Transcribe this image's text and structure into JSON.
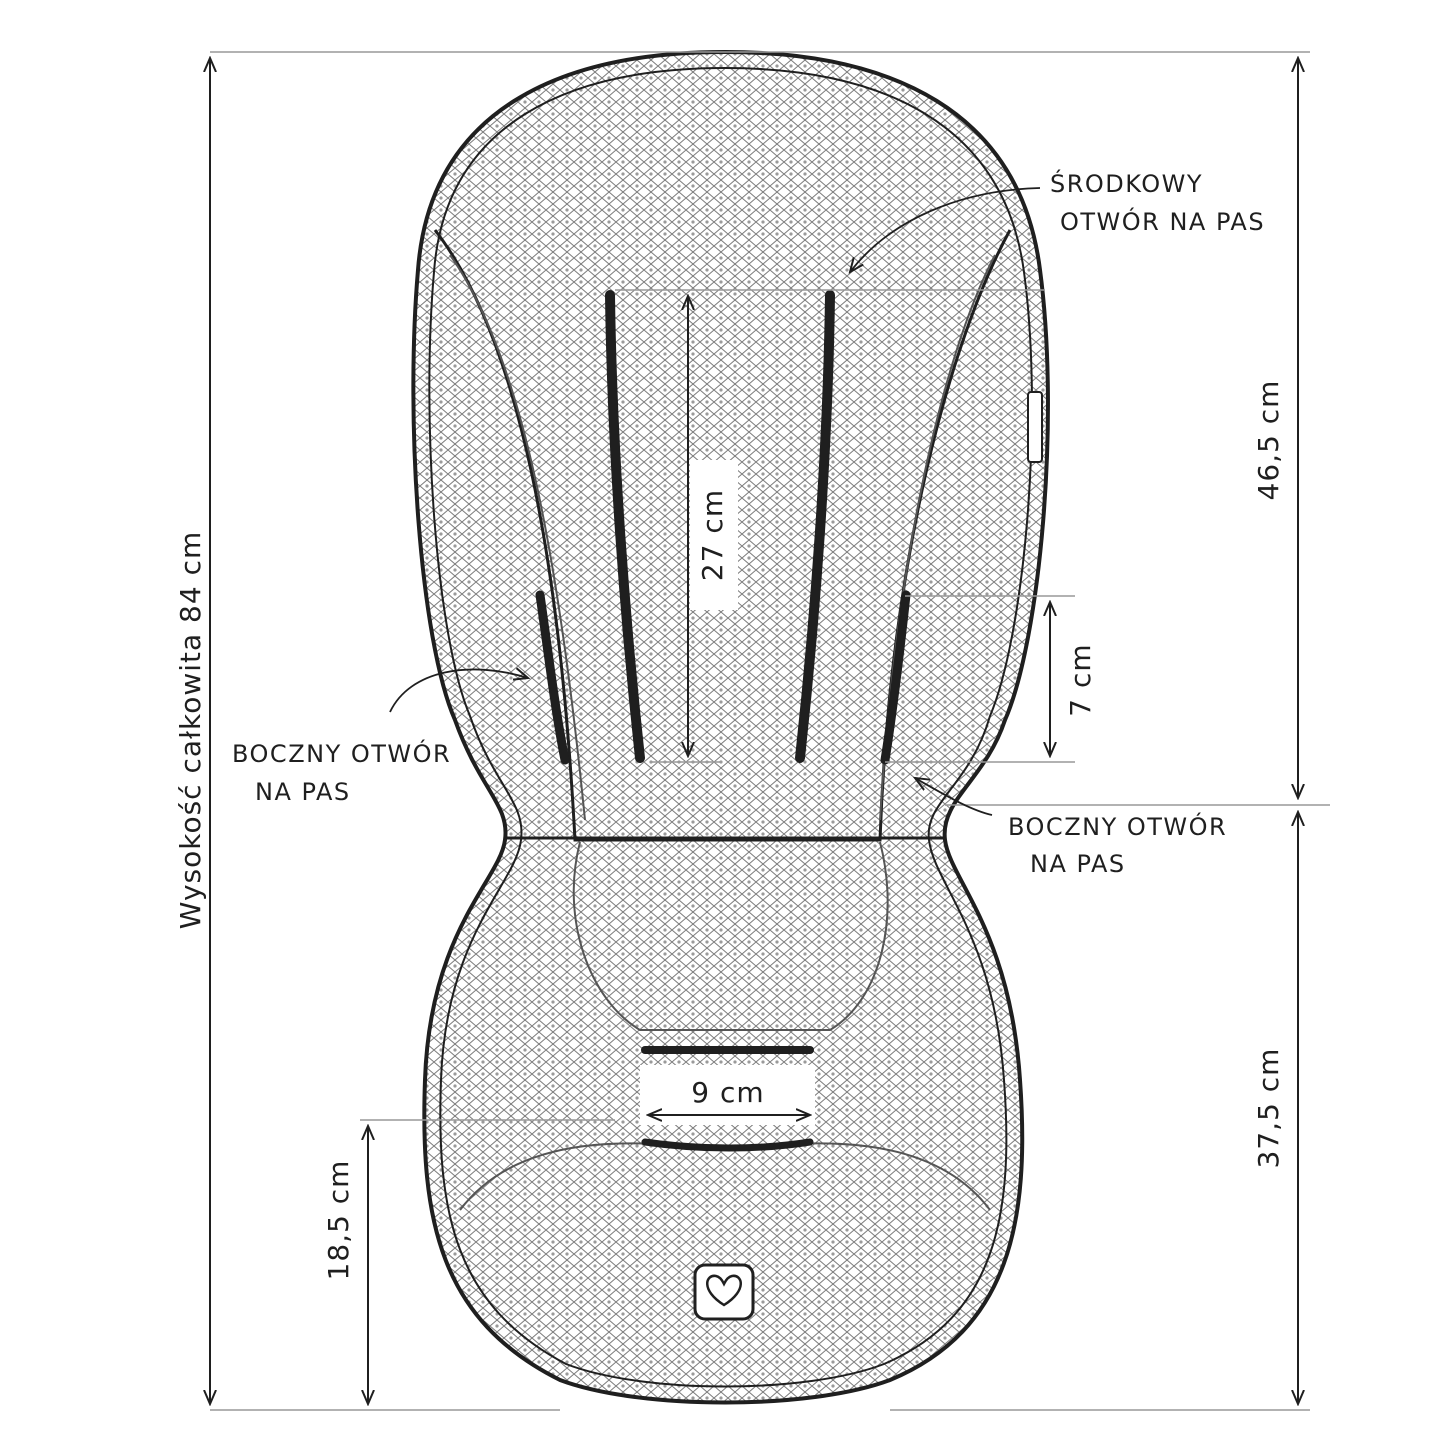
{
  "labels": {
    "total_height": "Wysokość całkowita 84 cm",
    "upper_height": "46,5 cm",
    "lower_height": "37,5 cm",
    "center_slot_length": "27 cm",
    "side_slot_length": "7 cm",
    "bottom_slot_width": "9 cm",
    "bottom_offset": "18,5 cm",
    "center_hole_line1": "ŚRODKOWY",
    "center_hole_line2": "OTWÓR NA PAS",
    "side_hole_left_line1": "BOCZNY OTWÓR",
    "side_hole_left_line2": "NA PAS",
    "side_hole_right_line1": "BOCZNY OTWÓR",
    "side_hole_right_line2": "NA PAS"
  },
  "colors": {
    "ink": "#1f1f1f",
    "paper": "#ffffff",
    "mesh": "#6b6b6b"
  },
  "icons": {
    "logo_tag": "heart-icon"
  }
}
